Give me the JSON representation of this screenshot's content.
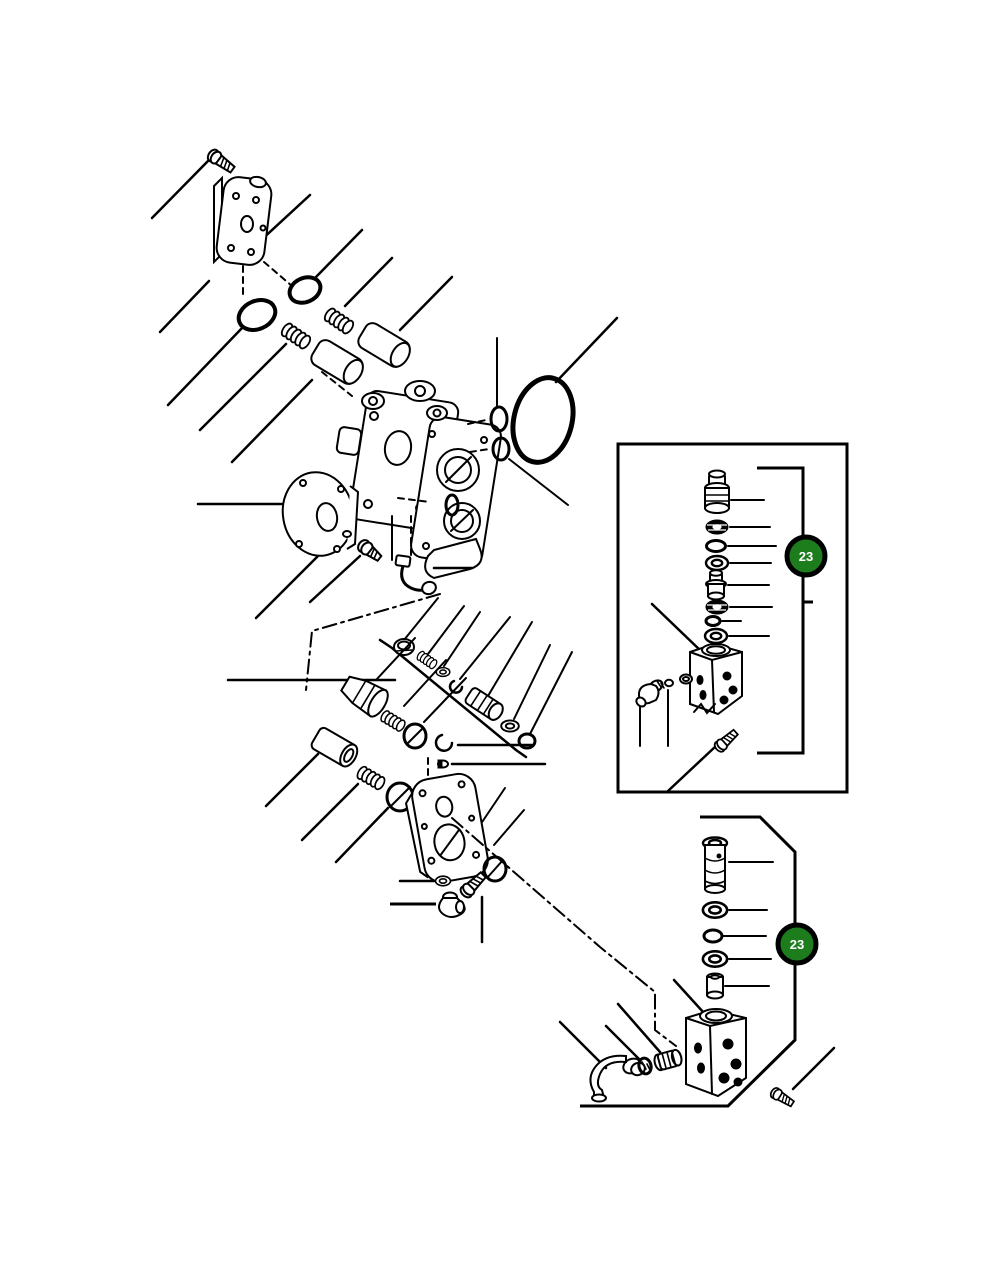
{
  "diagram": {
    "kind": "exploded-parts-diagram",
    "background": "#ffffff",
    "line_color": "#000000"
  },
  "badges": [
    {
      "id": "callout-upper",
      "label": "23",
      "fill": "#1d7d1d",
      "ring": "#000000",
      "text_color": "#ffffff"
    },
    {
      "id": "callout-lower",
      "label": "23",
      "fill": "#1d7d1d",
      "ring": "#000000",
      "text_color": "#ffffff"
    }
  ],
  "parts": [
    "mounting-screw",
    "end-cover",
    "o-ring-small",
    "o-ring-small",
    "spring",
    "spring",
    "piston-plug",
    "piston-plug",
    "pump-housing",
    "port-o-ring",
    "port-o-ring",
    "large-o-ring",
    "round-cover",
    "cover-o-ring",
    "plug-screw",
    "pin",
    "lube-pipe-elbow",
    "valve-spool-cone",
    "valve-spring",
    "valve-o-ring",
    "valve-plug",
    "spring",
    "o-ring",
    "retainer-clip",
    "pin",
    "nut",
    "spring-small",
    "washer-small",
    "clip",
    "spool",
    "washer",
    "o-ring",
    "end-plate",
    "washer",
    "elbow-fitting",
    "bolt",
    "o-ring",
    "relief-cartridge-plug",
    "locknut",
    "o-ring",
    "washer",
    "valve-poppet",
    "washer",
    "ring",
    "washer",
    "relief-valve-body",
    "elbow-fitting",
    "orifice-plug",
    "plug",
    "screw",
    "valve-cylinder",
    "locknut",
    "o-ring",
    "washer",
    "bushing",
    "valve-body",
    "elbow-fitting",
    "o-ring",
    "plug",
    "screw"
  ]
}
